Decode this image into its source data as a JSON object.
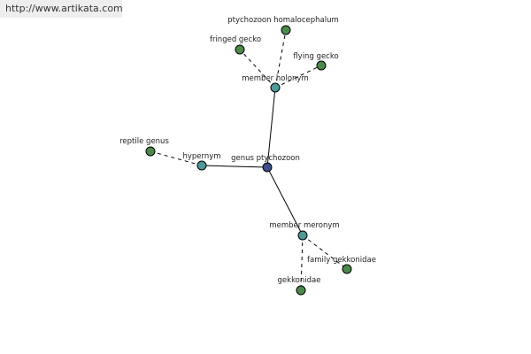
{
  "watermark": "http://www.artikata.com",
  "graph": {
    "center": {
      "label": "genus ptychozoon"
    },
    "relations": {
      "hypernym": {
        "label": "hypernym"
      },
      "holonym": {
        "label": "member holonym"
      },
      "meronym": {
        "label": "member meronym"
      }
    },
    "leaves": {
      "reptile_genus": {
        "label": "reptile genus"
      },
      "ptychozoon_homalocephalum": {
        "label": "ptychozoon homalocephalum"
      },
      "fringed_gecko": {
        "label": "fringed gecko"
      },
      "flying_gecko": {
        "label": "flying gecko"
      },
      "family_gekkonidae": {
        "label": "family gekkonidae"
      },
      "gekkonidae": {
        "label": "gekkonidae"
      }
    }
  }
}
